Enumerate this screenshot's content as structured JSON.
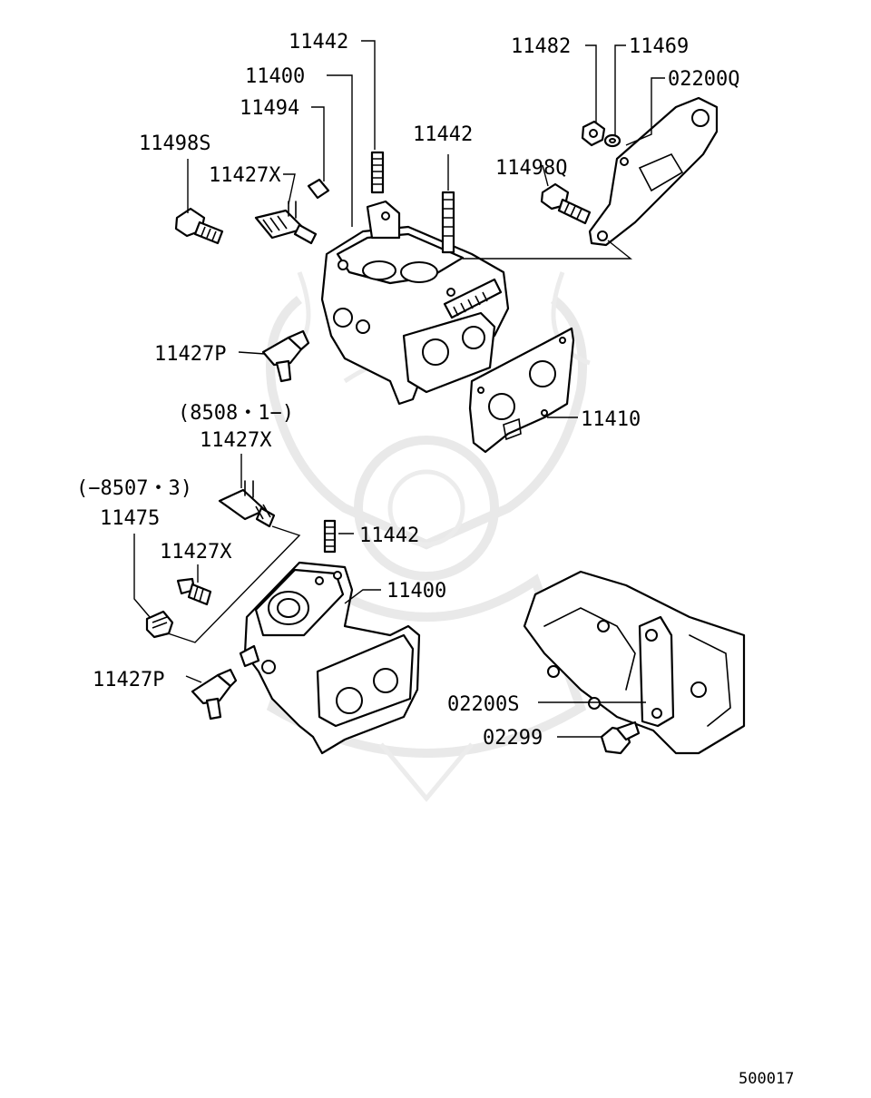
{
  "labels": {
    "l11442_top": "11442",
    "l11400_top": "11400",
    "l11494": "11494",
    "l11498s": "11498S",
    "l11427x_top": "11427X",
    "l11442_mid": "11442",
    "l11498q": "11498Q",
    "l11482": "11482",
    "l11469": "11469",
    "l02200q": "02200Q",
    "l11427p_top": "11427P",
    "l11410": "11410",
    "l8508": "(8508・1−)",
    "l11427x_mid": "11427X",
    "l8507": "(−8507・3)",
    "l11475": "11475",
    "l11442_low": "11442",
    "l11427x_low": "11427X",
    "l11400_low": "11400",
    "l11427p_low": "11427P",
    "l02200s": "02200S",
    "l02299": "02299"
  },
  "diagram_code": "500017",
  "colors": {
    "line": "#000000",
    "background": "#ffffff",
    "watermark": "#e9e9e9"
  }
}
